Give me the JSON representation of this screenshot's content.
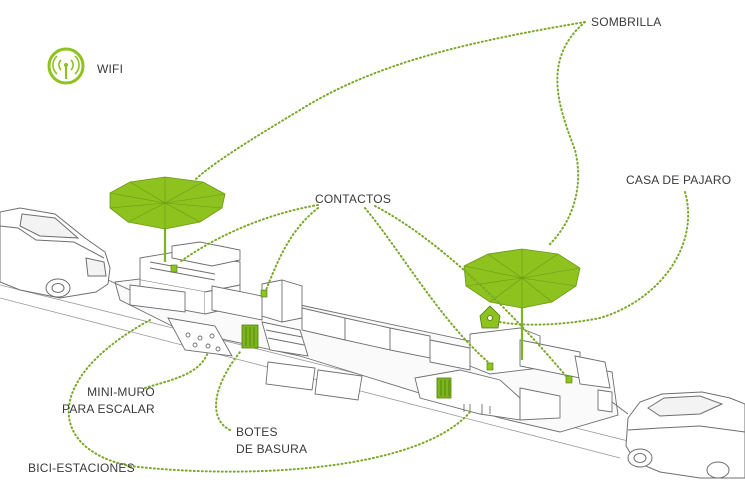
{
  "labels": {
    "wifi": "WIFI",
    "sombrilla": "SOMBRILLA",
    "casa_pajaro": "CASA DE PAJARO",
    "contactos": "CONTACTOS",
    "mini_muro_1": "MINI-MURO",
    "mini_muro_2": "PARA ESCALAR",
    "botes_1": "BOTES",
    "botes_2": "DE BASURA",
    "bici": "BICI-ESTACIONES"
  },
  "colors": {
    "accent": "#8dc21f",
    "leader_line": "#7aa82a",
    "line_art": "#7a7a7a",
    "text": "#3a3a3a"
  },
  "icons": {
    "wifi": "wifi-icon"
  }
}
